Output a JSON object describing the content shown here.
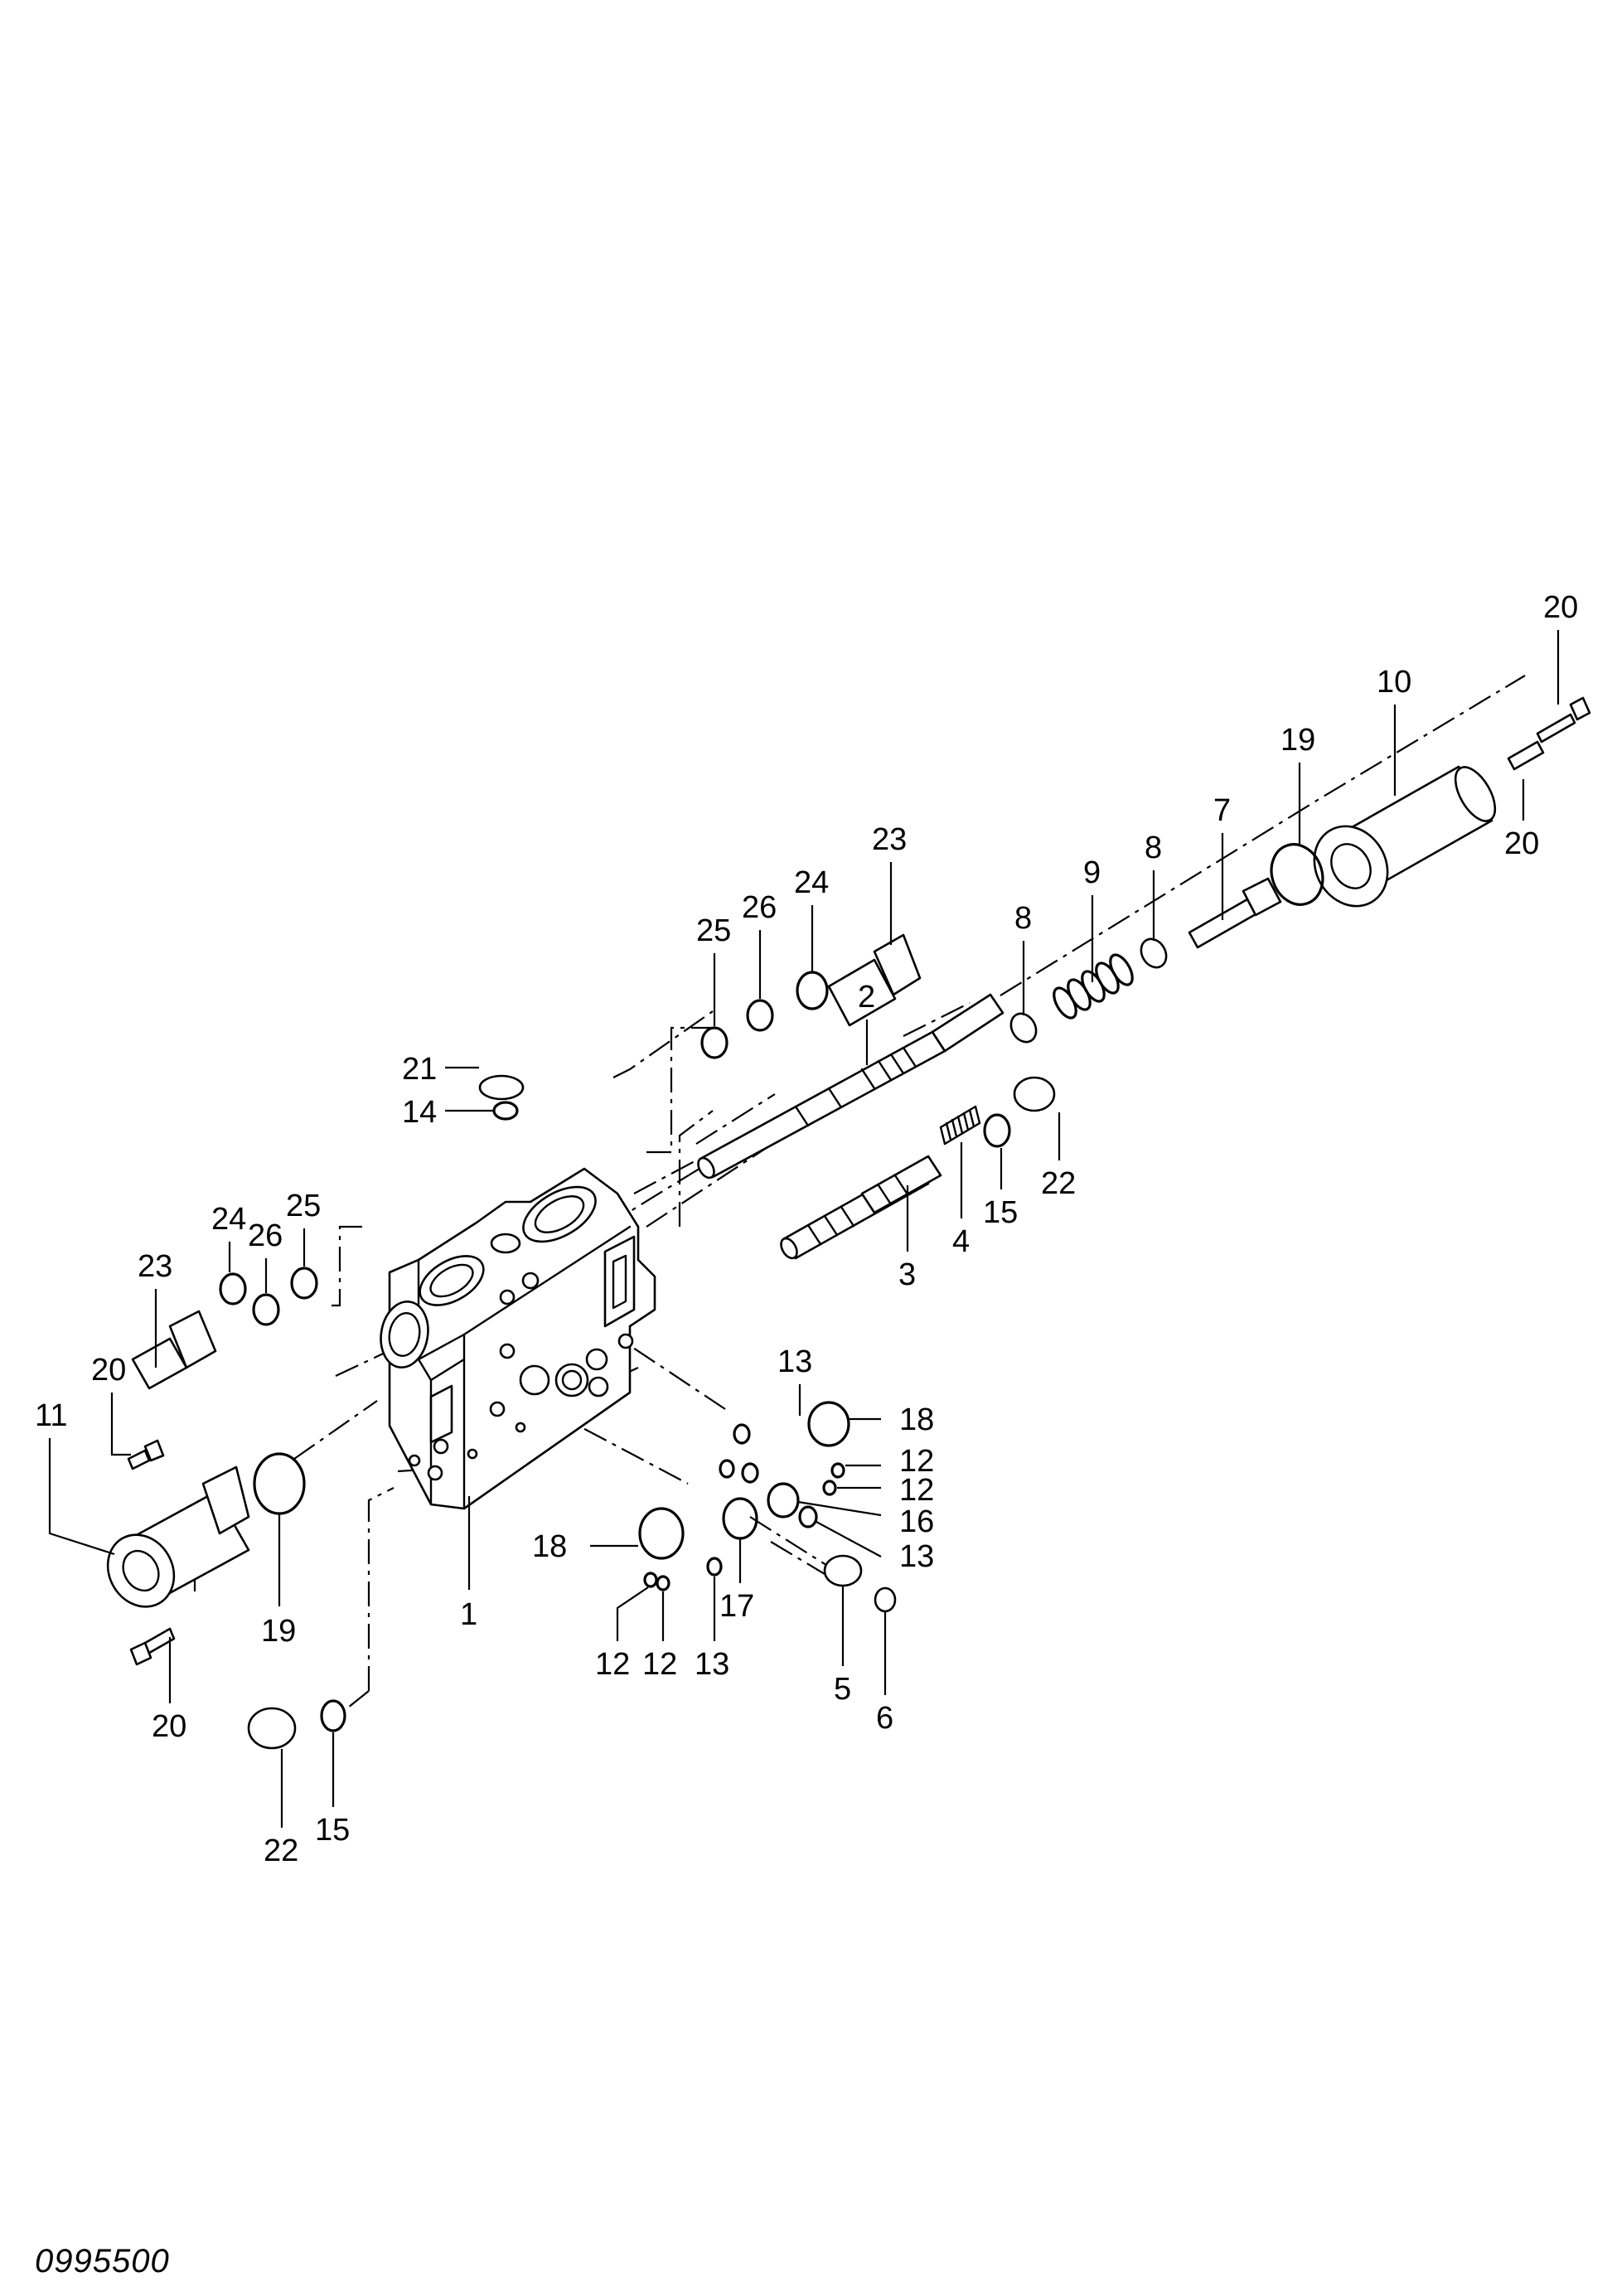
{
  "drawing_number": "0995500",
  "callouts": [
    {
      "id": "c20a",
      "text": "20"
    },
    {
      "id": "c10",
      "text": "10"
    },
    {
      "id": "c19a",
      "text": "19"
    },
    {
      "id": "c20b",
      "text": "20"
    },
    {
      "id": "c7",
      "text": "7"
    },
    {
      "id": "c8a",
      "text": "8"
    },
    {
      "id": "c9",
      "text": "9"
    },
    {
      "id": "c8b",
      "text": "8"
    },
    {
      "id": "c23a",
      "text": "23"
    },
    {
      "id": "c24a",
      "text": "24"
    },
    {
      "id": "c26a",
      "text": "26"
    },
    {
      "id": "c25a",
      "text": "25"
    },
    {
      "id": "c2",
      "text": "2"
    },
    {
      "id": "c21",
      "text": "21"
    },
    {
      "id": "c14",
      "text": "14"
    },
    {
      "id": "c22a",
      "text": "22"
    },
    {
      "id": "c15a",
      "text": "15"
    },
    {
      "id": "c4",
      "text": "4"
    },
    {
      "id": "c3",
      "text": "3"
    },
    {
      "id": "c23b",
      "text": "23"
    },
    {
      "id": "c24b",
      "text": "24"
    },
    {
      "id": "c26b",
      "text": "26"
    },
    {
      "id": "c25b",
      "text": "25"
    },
    {
      "id": "c13a",
      "text": "13"
    },
    {
      "id": "c20c",
      "text": "20"
    },
    {
      "id": "c11",
      "text": "11"
    },
    {
      "id": "c18a",
      "text": "18"
    },
    {
      "id": "c12a",
      "text": "12"
    },
    {
      "id": "c12b",
      "text": "12"
    },
    {
      "id": "c16",
      "text": "16"
    },
    {
      "id": "c13b",
      "text": "13"
    },
    {
      "id": "c18b",
      "text": "18"
    },
    {
      "id": "c17",
      "text": "17"
    },
    {
      "id": "c19b",
      "text": "19"
    },
    {
      "id": "c1",
      "text": "1"
    },
    {
      "id": "c12c",
      "text": "12"
    },
    {
      "id": "c12d",
      "text": "12"
    },
    {
      "id": "c13c",
      "text": "13"
    },
    {
      "id": "c5",
      "text": "5"
    },
    {
      "id": "c6",
      "text": "6"
    },
    {
      "id": "c20d",
      "text": "20"
    },
    {
      "id": "c15b",
      "text": "15"
    },
    {
      "id": "c22b",
      "text": "22"
    }
  ]
}
